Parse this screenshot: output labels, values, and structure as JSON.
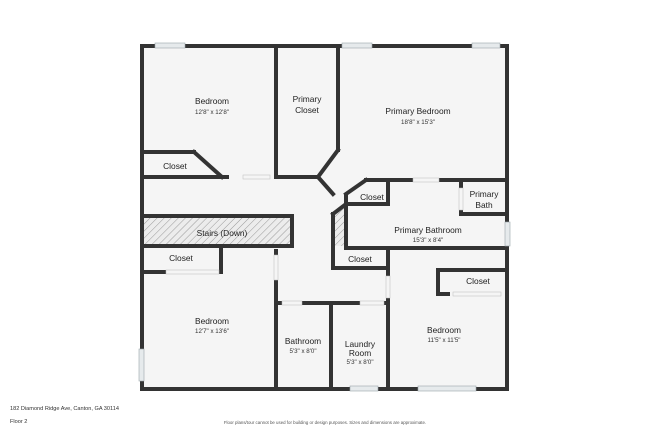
{
  "property": {
    "address": "182 Diamond Ridge Ave, Canton, GA 30114",
    "floor": "Floor 2",
    "disclaimer": "Floor plans/tour cannot be used for building or design purposes. Sizes and dimensions are approximate."
  },
  "rooms": {
    "bedroom_nw": {
      "name": "Bedroom",
      "dims": "12'8\" x 12'8\""
    },
    "primary_closet": {
      "name_line1": "Primary",
      "name_line2": "Closet"
    },
    "primary_bedroom": {
      "name": "Primary Bedroom",
      "dims": "18'8\" x 15'3\""
    },
    "closet_nw": {
      "name": "Closet"
    },
    "closet_center": {
      "name": "Closet"
    },
    "primary_bath": {
      "name_line1": "Primary",
      "name_line2": "Bath"
    },
    "stairs": {
      "name": "Stairs (Down)"
    },
    "primary_bathroom": {
      "name": "Primary Bathroom",
      "dims": "15'3\" x 8'4\""
    },
    "closet_w": {
      "name": "Closet"
    },
    "closet_hall": {
      "name": "Closet"
    },
    "closet_e": {
      "name": "Closet"
    },
    "bedroom_sw": {
      "name": "Bedroom",
      "dims": "12'7\" x 13'6\""
    },
    "bedroom_se": {
      "name": "Bedroom",
      "dims": "11'5\" x 11'5\""
    },
    "bathroom": {
      "name": "Bathroom",
      "dims": "5'3\" x 8'0\""
    },
    "laundry": {
      "name_line1": "Laundry",
      "name_line2": "Room",
      "dims": "5'3\" x 8'0\""
    }
  },
  "colors": {
    "wall": "#333333",
    "floor": "#f5f5f5",
    "window": "#dde3e6",
    "stairs_hatch": "#999999"
  }
}
